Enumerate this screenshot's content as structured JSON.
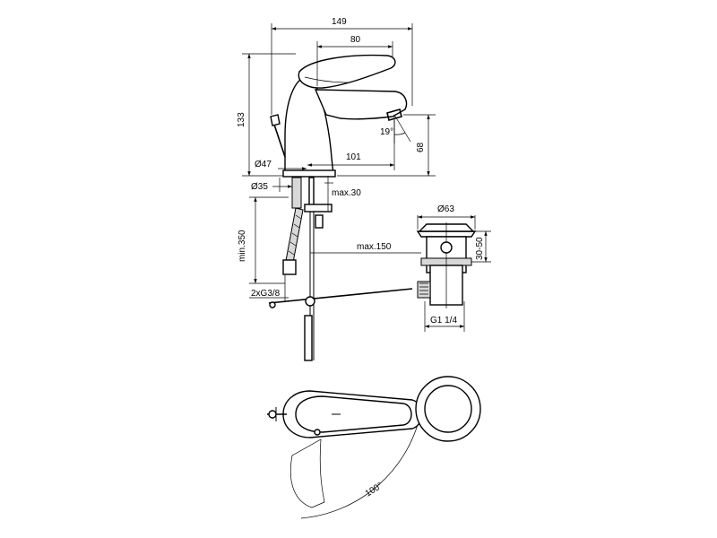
{
  "labels": {
    "width_overall": "149",
    "lever_length": "80",
    "height_overall": "133",
    "spout_reach": "101",
    "spout_height": "68",
    "spout_angle": "19°",
    "base_diameter": "Ø47",
    "hole_diameter": "Ø35",
    "deck_thickness": "max.30",
    "hose_length": "min.350",
    "rod_length": "max.150",
    "waste_diameter": "Ø63",
    "waste_range": "30-50",
    "waste_thread": "G1 1/4",
    "inlet_thread": "2xG3/8",
    "lever_rotation": "100°"
  }
}
